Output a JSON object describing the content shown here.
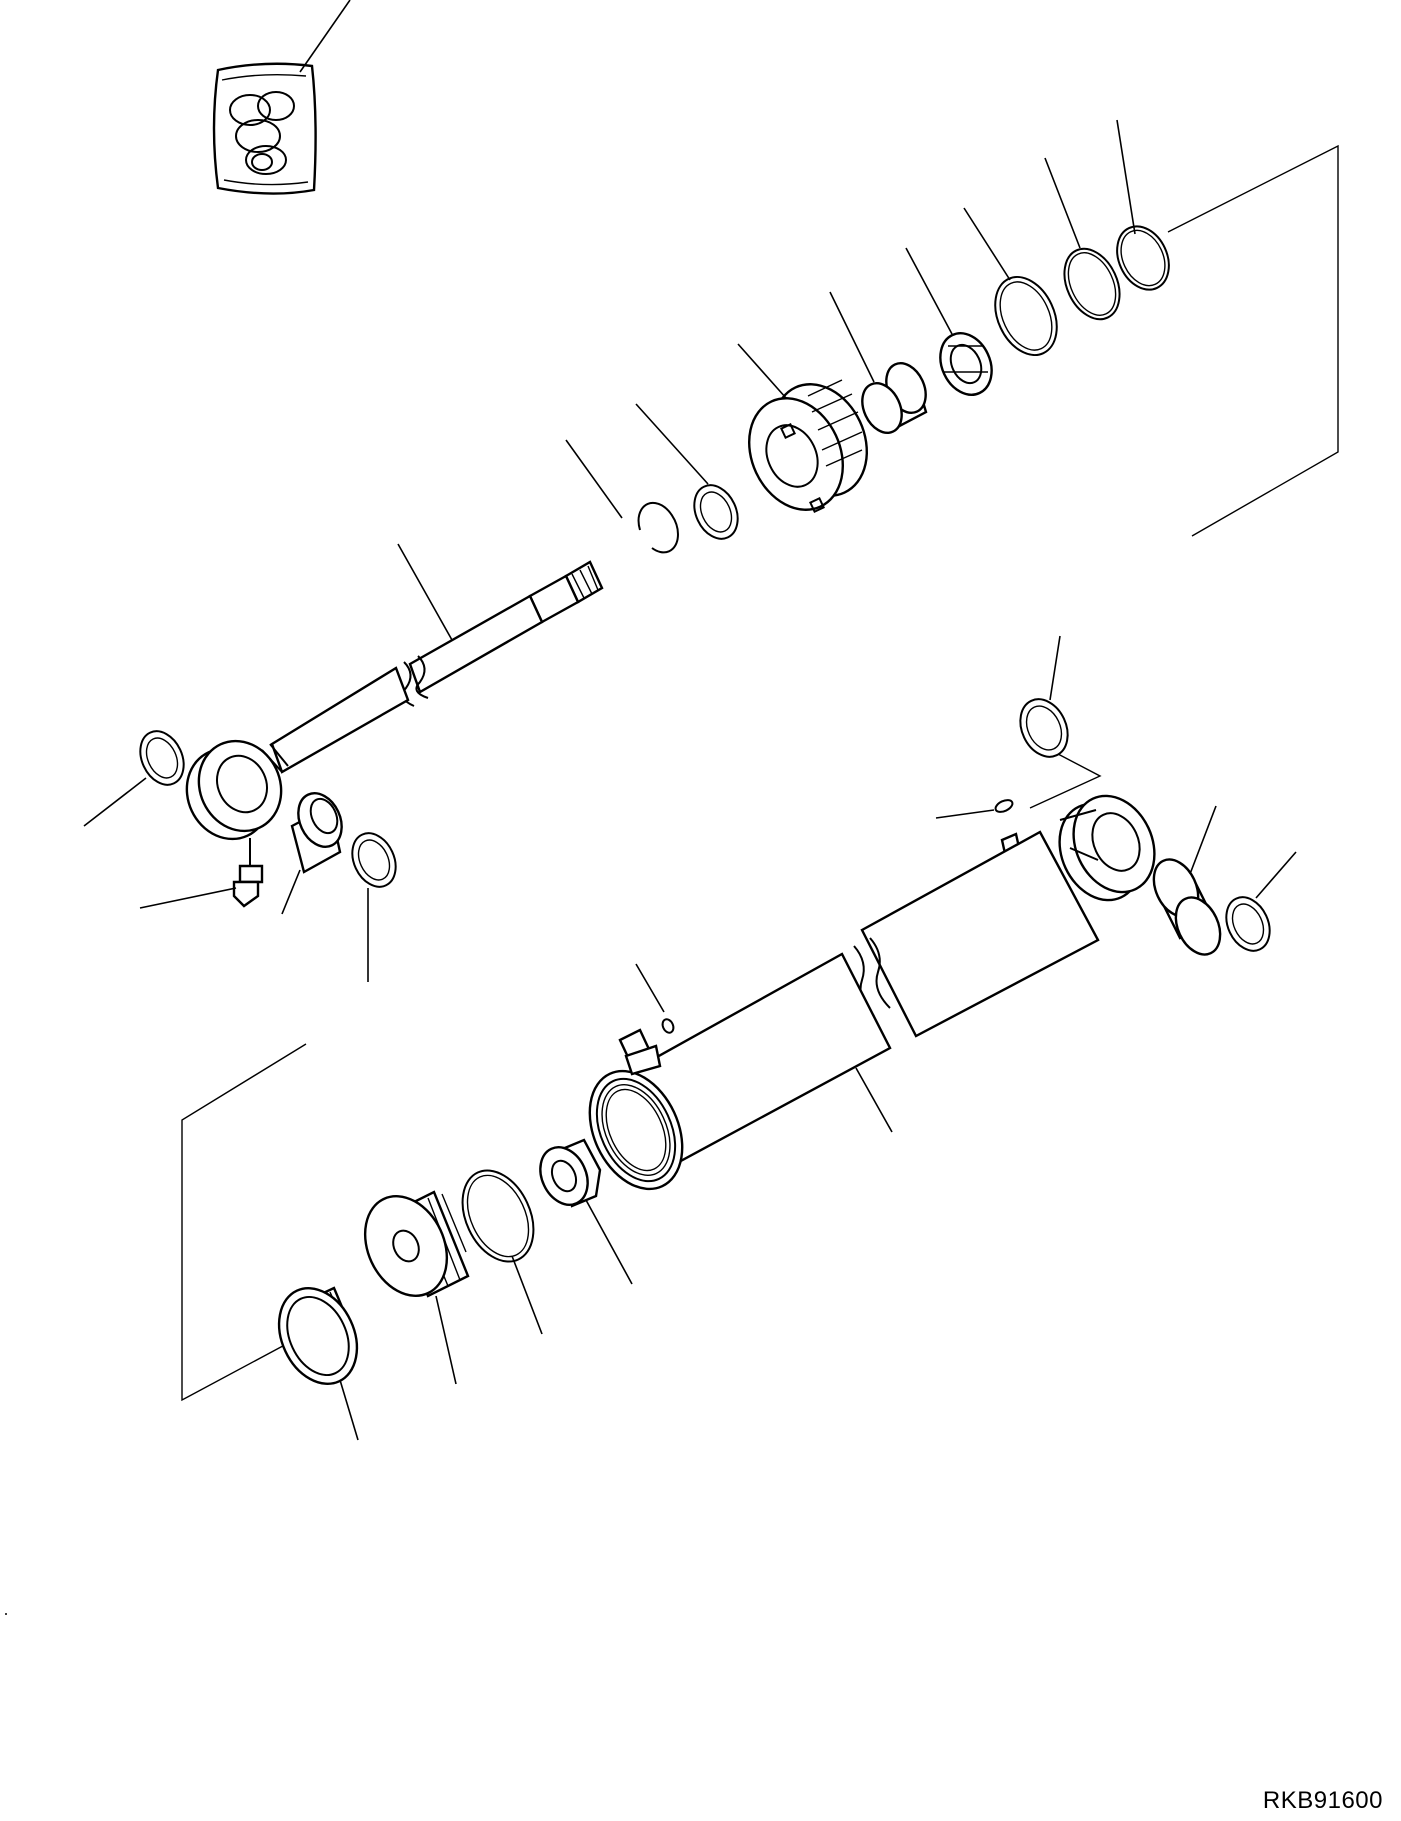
{
  "drawing": {
    "code": "RKB91600",
    "colors": {
      "line": "#000000",
      "background": "#ffffff"
    },
    "icons": [
      "seal-kit-bag-icon"
    ],
    "parts": [
      "seal-kit",
      "piston-rod",
      "snap-ring",
      "wear-ring",
      "cylinder-head",
      "bushing",
      "rod-packing",
      "dust-seal",
      "o-ring",
      "backup-ring",
      "rod-end-bushing",
      "grease-fitting",
      "cylinder-tube",
      "plug",
      "nut",
      "piston",
      "piston-ring",
      "piston-seal"
    ]
  }
}
